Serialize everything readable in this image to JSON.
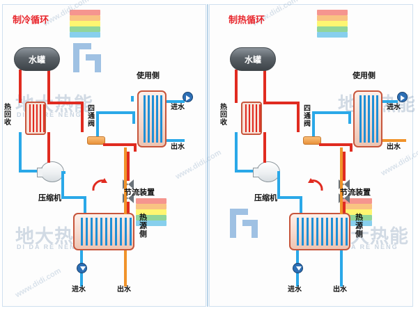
{
  "diagram": {
    "title_left": "制冷循环",
    "title_right": "制热循环",
    "panels": [
      {
        "id": "cooling",
        "title": "制冷循环",
        "labels": {
          "tank": "水罐",
          "heat_recovery": "热回收",
          "four_way_valve": "四通阀",
          "use_side": "使用侧",
          "water_in_top": "进水",
          "water_out_top": "出水",
          "compressor": "压缩机",
          "throttle": "节流装置",
          "source_side": "热源侧",
          "water_in_bottom": "进水",
          "water_out_bottom": "出水"
        }
      },
      {
        "id": "heating",
        "title": "制热循环",
        "labels": {
          "tank": "水罐",
          "heat_recovery": "热回收",
          "four_way_valve": "四通阀",
          "use_side": "使用侧",
          "water_in_top": "进水",
          "water_out_top": "出水",
          "compressor": "压缩机",
          "throttle": "节流装置",
          "source_side": "热源侧",
          "water_in_bottom": "进水",
          "water_out_bottom": "出水"
        }
      }
    ],
    "watermarks": {
      "brand_cn": "地大热能",
      "brand_en": "DI DA RE NENG",
      "url": "www.didi.com"
    },
    "colors": {
      "title_red": "#e8262c",
      "hot_pipe": "#e02b20",
      "cold_pipe": "#2aa8e8",
      "warm_pipe": "#f0932b",
      "tank_body": "#5a6167",
      "valve_body": "#e8923a",
      "pump_body": "#2d6fb5",
      "text_black": "#111111",
      "panel_border": "#cfe0ef"
    }
  }
}
